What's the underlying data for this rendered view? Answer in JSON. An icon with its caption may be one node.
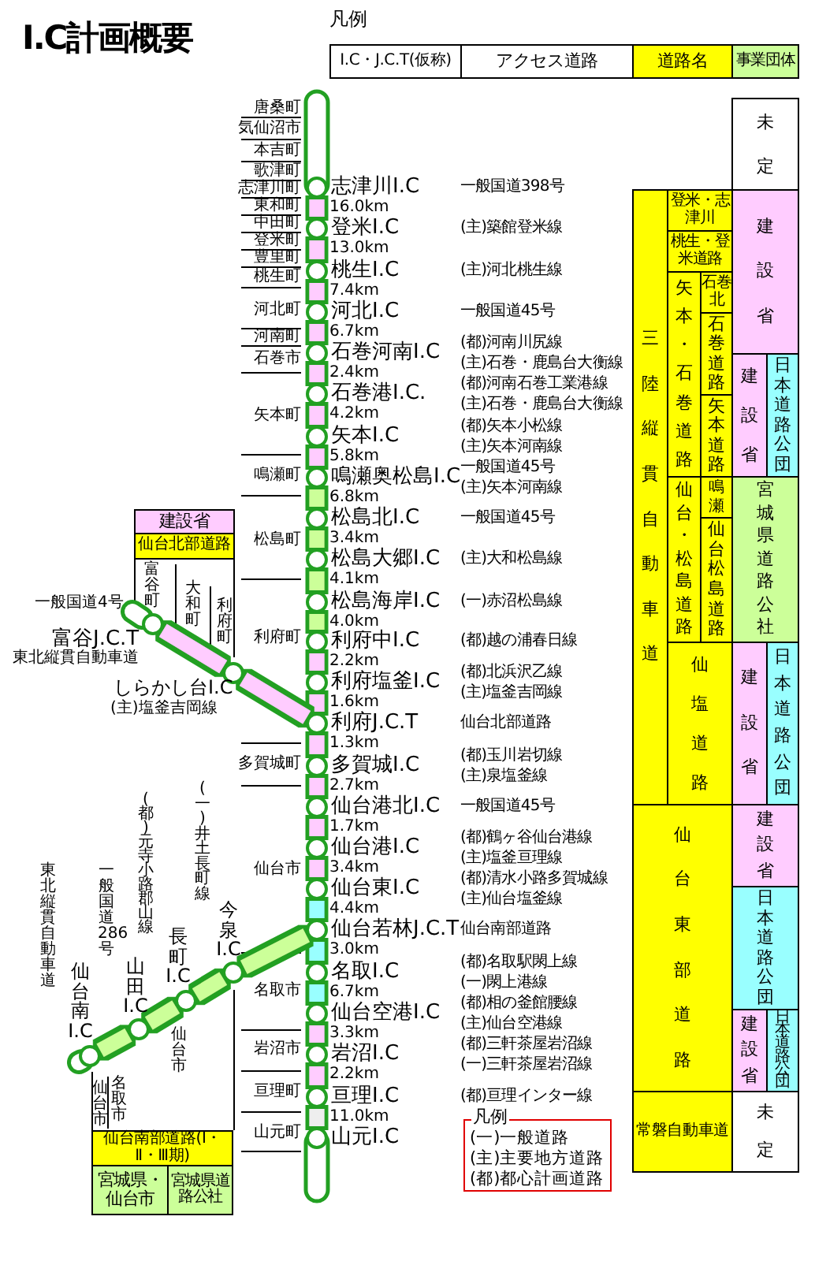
{
  "diagram": {
    "title": "I.C計画概要",
    "nodes": [
      {
        "text": [
          "I.C・J.C.T(仮称)"
        ]
      },
      {
        "text": [
          "アクセス道路"
        ]
      },
      {
        "text": [
          "道路名"
        ]
      },
      {
        "text": [
          "事業団体"
        ]
      },
      {
        "text": [
          "志津川I.C"
        ]
      },
      {
        "text": [
          "登米I.C"
        ]
      },
      {
        "text": [
          "桃生I.C"
        ]
      },
      {
        "text": [
          "河北I.C"
        ]
      },
      {
        "text": [
          "石巻河南I.C"
        ],
        "beside": [
          "(都)河南川尻線",
          "(主)石巻・鹿島台大衡線"
        ]
      },
      {
        "text": [
          "石巻港I.C."
        ],
        "beside": [
          "(都)河南石巻工業港線",
          "(主)石巻・鹿島台大衡線"
        ]
      },
      {
        "text": [
          "矢本I.C"
        ],
        "beside": [
          "(都)矢本小松線",
          "(主)矢本河南線"
        ]
      },
      {
        "text": [
          "鳴瀬奥松島I.C"
        ],
        "beside": [
          "一般国道45号",
          "(主)矢本河南線"
        ]
      },
      {
        "text": [
          "松島北I.C"
        ]
      },
      {
        "text": [
          "松島大郷I.C"
        ]
      },
      {
        "text": [
          "松島海岸I.C"
        ]
      },
      {
        "text": [
          "利府中I.C"
        ]
      },
      {
        "text": [
          "利府塩釜I.C"
        ],
        "beside": [
          "(都)北浜沢乙線",
          "(主)塩釜吉岡線"
        ]
      },
      {
        "text": [
          "利府J.C.T"
        ]
      },
      {
        "text": [
          "多賀城I.C"
        ],
        "beside": [
          "(都)玉川岩切線",
          "(主)泉塩釜線"
        ]
      },
      {
        "text": [
          "仙台港北I.C"
        ]
      },
      {
        "text": [
          "仙台港I.C"
        ],
        "beside": [
          "(都)鶴ヶ谷仙台港線",
          "(主)塩釜亘理線"
        ]
      },
      {
        "text": [
          "仙台東I.C"
        ],
        "beside": [
          "(都)清水小路多賀城線",
          "(主)仙台塩釜線"
        ]
      },
      {
        "text": [
          "仙台若林J.C.T"
        ]
      },
      {
        "text": [
          "名取I.C"
        ],
        "beside": [
          "(都)名取駅閖上線",
          "(一)閖上港線"
        ]
      },
      {
        "text": [
          "仙台空港I.C"
        ],
        "beside": [
          "(都)相の釜館腰線",
          "(主)仙台空港線"
        ]
      },
      {
        "text": [
          "岩沼I.C"
        ],
        "beside": [
          "(都)三軒茶屋岩沼線",
          "(一)三軒茶屋岩沼線"
        ]
      },
      {
        "text": [
          "亘理I.C"
        ]
      },
      {
        "text": [
          "山元I.C"
        ]
      },
      {
        "text": [
          "富谷J.C.T"
        ],
        "beside": [
          "一般国道4号",
          "東北縦貫自動車道"
        ]
      },
      {
        "text": [
          "しらかし台I.C"
        ],
        "beside": [
          "(主)塩釜吉岡線"
        ]
      },
      {
        "text": [
          "仙台南I.C"
        ],
        "beside": [
          "東北縦貫自動車道"
        ]
      },
      {
        "text": [
          "山田I.C"
        ],
        "beside": [
          "一般国道286号"
        ]
      },
      {
        "text": [
          "長町I.C"
        ],
        "beside": [
          "(都)元寺小路郡山線"
        ]
      },
      {
        "text": [
          "今泉I.C"
        ],
        "beside": [
          "(一)井土長町線"
        ]
      },
      {
        "text": [
          "建設省"
        ]
      },
      {
        "text": [
          "仙台北部道路"
        ]
      },
      {
        "text": [
          "仙台南部道路(Ⅰ・Ⅱ・Ⅲ期)"
        ]
      },
      {
        "text": [
          "宮城県・仙台市"
        ]
      },
      {
        "text": [
          "宮城県道路公社"
        ]
      },
      {
        "text": [
          "未定"
        ]
      },
      {
        "text": [
          "三陸縦貫自動車道"
        ]
      },
      {
        "text": [
          "登米・志津川"
        ]
      },
      {
        "text": [
          "桃生・登米道路"
        ]
      },
      {
        "text": [
          "矢本・石巻道路"
        ]
      },
      {
        "text": [
          "石巻北"
        ]
      },
      {
        "text": [
          "石巻道路"
        ]
      },
      {
        "text": [
          "矢本道路"
        ]
      },
      {
        "text": [
          "仙台・松島道路"
        ]
      },
      {
        "text": [
          "鳴瀬"
        ]
      },
      {
        "text": [
          "仙台松島道路"
        ]
      },
      {
        "text": [
          "仙塩道路"
        ]
      },
      {
        "text": [
          "仙台東部道路"
        ]
      },
      {
        "text": [
          "常磐自動車道"
        ]
      },
      {
        "text": [
          "建設省"
        ]
      },
      {
        "text": [
          "建設省"
        ]
      },
      {
        "text": [
          "日本道路公団"
        ]
      },
      {
        "text": [
          "宮城県道路公社"
        ]
      },
      {
        "text": [
          "建設省"
        ]
      },
      {
        "text": [
          "日本道路公団"
        ]
      },
      {
        "text": [
          "建設省"
        ]
      },
      {
        "text": [
          "日本道路公団"
        ]
      },
      {
        "text": [
          "建設省"
        ]
      },
      {
        "text": [
          "日本道路公団"
        ]
      },
      {
        "text": [
          "未定"
        ]
      }
    ],
    "edges": [
      {
        "from": 4,
        "to": 5,
        "arrow": "none",
        "label": "16.0km",
        "color": "#ffccff"
      },
      {
        "from": 5,
        "to": 6,
        "arrow": "none",
        "label": "13.0km",
        "color": "#ffccff"
      },
      {
        "from": 6,
        "to": 7,
        "arrow": "none",
        "label": "7.4km",
        "color": "#ffccff"
      },
      {
        "from": 7,
        "to": 8,
        "arrow": "none",
        "label": "6.7km",
        "color": "#ffccff"
      },
      {
        "from": 8,
        "to": 9,
        "arrow": "none",
        "label": "2.4km",
        "color": "#ffccff"
      },
      {
        "from": 9,
        "to": 10,
        "arrow": "none",
        "label": "4.2km",
        "color": "#ffccff"
      },
      {
        "from": 10,
        "to": 11,
        "arrow": "none",
        "label": "5.8km",
        "color": "#ffccff"
      },
      {
        "from": 11,
        "to": 12,
        "arrow": "none",
        "label": "6.8km",
        "color": "#ccff99"
      },
      {
        "from": 12,
        "to": 13,
        "arrow": "none",
        "label": "3.4km",
        "color": "#ccff99"
      },
      {
        "from": 13,
        "to": 14,
        "arrow": "none",
        "label": "4.1km",
        "color": "#ccff99"
      },
      {
        "from": 14,
        "to": 15,
        "arrow": "none",
        "label": "4.0km",
        "color": "#ccff99"
      },
      {
        "from": 15,
        "to": 16,
        "arrow": "none",
        "label": "2.2km",
        "color": "#ffccff"
      },
      {
        "from": 16,
        "to": 17,
        "arrow": "none",
        "label": "1.6km",
        "color": "#ffccff"
      },
      {
        "from": 17,
        "to": 18,
        "arrow": "none",
        "label": "1.3km",
        "color": "#ffccff"
      },
      {
        "from": 18,
        "to": 19,
        "arrow": "none",
        "label": "2.7km",
        "color": "#ffccff"
      },
      {
        "from": 19,
        "to": 20,
        "arrow": "none",
        "label": "1.7km",
        "color": "#ffccff"
      },
      {
        "from": 20,
        "to": 21,
        "arrow": "none",
        "label": "3.4km",
        "color": "#ffccff"
      },
      {
        "from": 21,
        "to": 22,
        "arrow": "none",
        "label": "4.4km",
        "color": "#99ffff"
      },
      {
        "from": 22,
        "to": 23,
        "arrow": "none",
        "label": "3.0km",
        "color": "#99ffff"
      },
      {
        "from": 23,
        "to": 24,
        "arrow": "none",
        "label": "6.7km",
        "color": "#99ffff"
      },
      {
        "from": 24,
        "to": 25,
        "arrow": "none",
        "label": "3.3km",
        "color": "#ffccff"
      },
      {
        "from": 25,
        "to": 26,
        "arrow": "none",
        "label": "2.2km",
        "color": "#ffccff"
      },
      {
        "from": 26,
        "to": 27,
        "arrow": "none",
        "label": "11.0km",
        "color": "#eeeeee"
      },
      {
        "from": 28,
        "to": 29,
        "arrow": "none",
        "color": "#ffccff"
      },
      {
        "from": 29,
        "to": 17,
        "arrow": "none",
        "color": "#ffccff"
      },
      {
        "from": 30,
        "to": 31,
        "arrow": "none",
        "color": "#ccff99"
      },
      {
        "from": 31,
        "to": 32,
        "arrow": "none",
        "color": "#ccff99"
      },
      {
        "from": 32,
        "to": 33,
        "arrow": "none",
        "color": "#ccff99"
      },
      {
        "from": 33,
        "to": 22,
        "arrow": "none",
        "color": "#ccff99"
      }
    ],
    "labels": [
      "凡例",
      "唐桑町",
      "気仙沼市",
      "本吉町",
      "歌津町",
      "志津川町",
      "東和町",
      "中田町",
      "登米町",
      "豊里町",
      "桃生町",
      "河北町",
      "河南町",
      "石巻市",
      "矢本町",
      "鳴瀬町",
      "松島町",
      "利府町",
      "多賀城町",
      "仙台市",
      "名取市",
      "岩沼市",
      "亘理町",
      "山元町",
      "富谷町",
      "大和町",
      "利府町",
      "仙台市",
      "名取市",
      "仙台市",
      "凡例",
      "一般国道398号",
      "(主)築館登米線",
      "(主)河北桃生線",
      "一般国道45号",
      "一般国道45号",
      "(主)大和松島線",
      "(一)赤沼松島線",
      "(都)越の浦春日線",
      "仙台北部道路",
      "一般国道45号",
      "仙台南部道路",
      "(都)亘理インター線"
    ],
    "legend": [
      {
        "text": "(一)一般道路"
      },
      {
        "text": "(主)主要地方道路"
      },
      {
        "text": "(都)都心計画道路"
      }
    ]
  }
}
